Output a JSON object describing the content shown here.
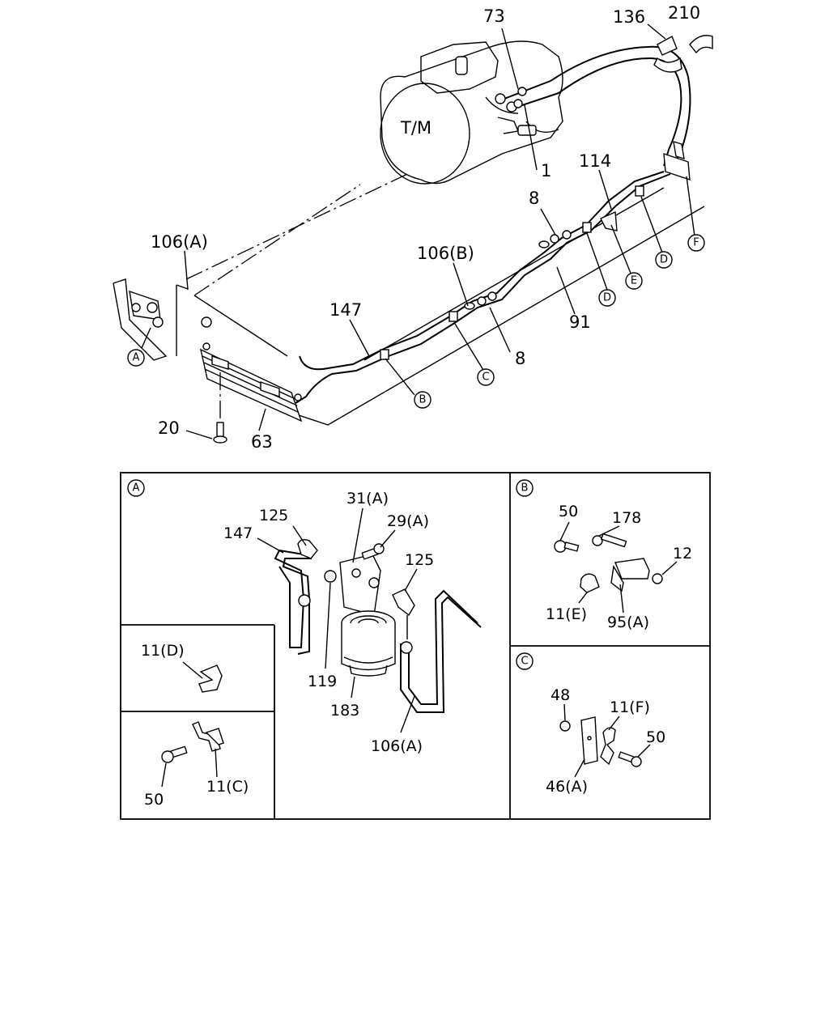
{
  "main_view": {
    "transmission_label": "T/M",
    "callouts": {
      "p73": "73",
      "p136": "136",
      "p210": "210",
      "p1": "1",
      "p114": "114",
      "p8a": "8",
      "p106a": "106(A)",
      "p106b": "106(B)",
      "p147": "147",
      "p91": "91",
      "p8b": "8",
      "p20": "20",
      "p63": "63"
    },
    "markers": {
      "a": "A",
      "b": "B",
      "c": "C",
      "d1": "D",
      "d2": "D",
      "e": "E",
      "f": "F"
    }
  },
  "detail_a": {
    "marker": "A",
    "callouts": {
      "p125a": "125",
      "p31a": "31(A)",
      "p29a": "29(A)",
      "p147": "147",
      "p125b": "125",
      "p119": "119",
      "p183": "183",
      "p106a": "106(A)"
    }
  },
  "detail_d": {
    "callouts": {
      "p11d": "11(D)"
    }
  },
  "detail_c_clip": {
    "callouts": {
      "p50": "50",
      "p11c": "11(C)"
    }
  },
  "detail_b": {
    "marker": "B",
    "callouts": {
      "p50": "50",
      "p178": "178",
      "p12": "12",
      "p11e": "11(E)",
      "p95a": "95(A)"
    }
  },
  "detail_c": {
    "marker": "C",
    "callouts": {
      "p48": "48",
      "p11f": "11(F)",
      "p50": "50",
      "p46a": "46(A)"
    }
  }
}
